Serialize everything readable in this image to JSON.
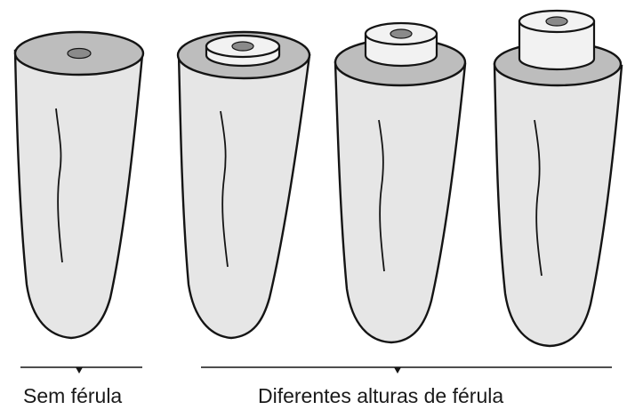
{
  "captions": {
    "no_ferrule": "Sem férula",
    "different_heights": "Diferentes alturas de férula"
  },
  "colors": {
    "root_fill": "#e6e6e6",
    "ferrule_fill": "#bdbdbd",
    "core_fill": "#f2f2f2",
    "canal_fill": "#8a8a8a",
    "stroke": "#141414"
  },
  "teeth": [
    {
      "id": "tooth-1",
      "ferrule": "none"
    },
    {
      "id": "tooth-2",
      "ferrule": "low"
    },
    {
      "id": "tooth-3",
      "ferrule": "medium"
    },
    {
      "id": "tooth-4",
      "ferrule": "high"
    }
  ]
}
